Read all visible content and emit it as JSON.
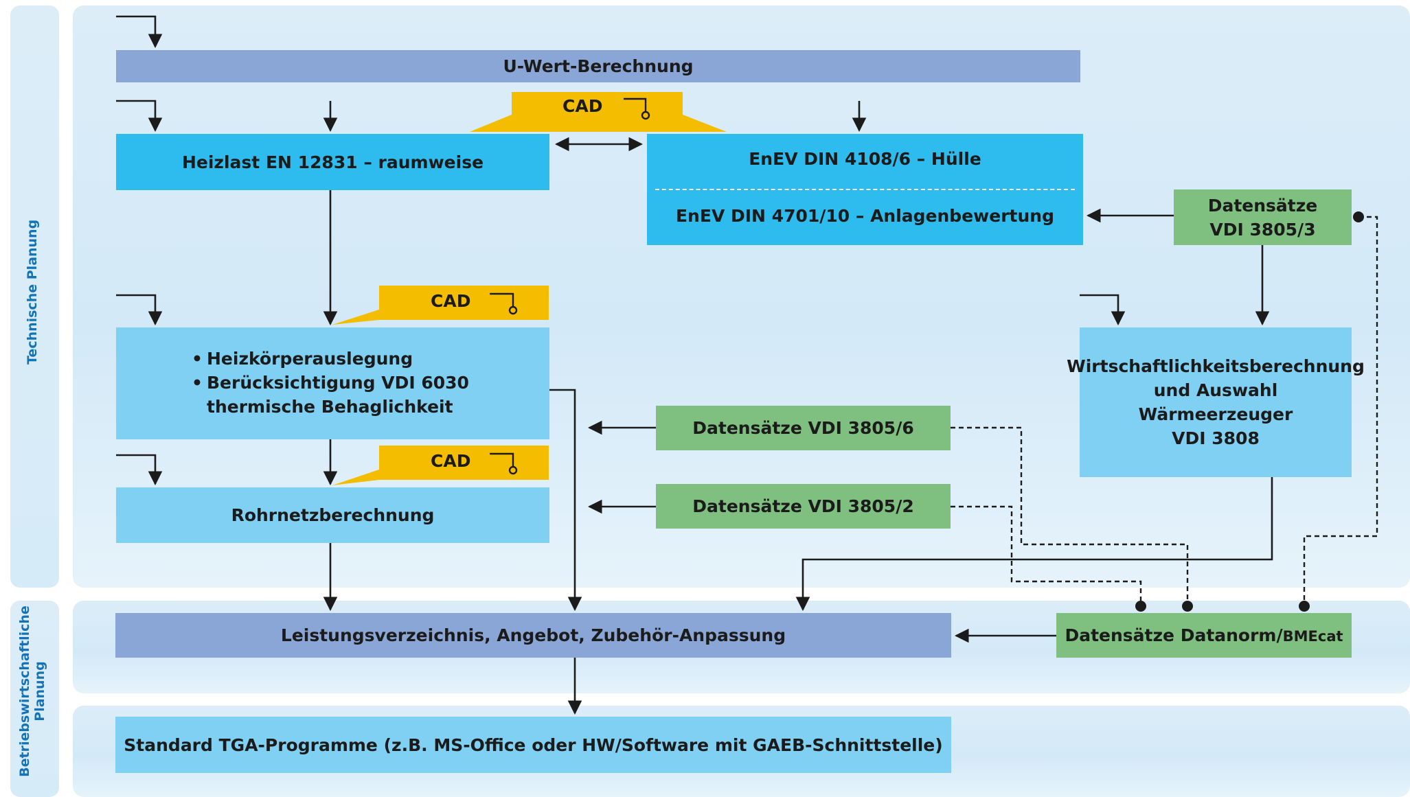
{
  "lanes": {
    "technical": "Technische Planung",
    "business_line1": "Betriebswirtschaftliche",
    "business_line2": "Planung"
  },
  "boxes": {
    "u_wert": "U-Wert-Berechnung",
    "heizlast": "Heizlast EN 12831 – raumweise",
    "enev_huelle": "EnEV DIN 4108/6 – Hülle",
    "enev_anlagen": "EnEV DIN 4701/10 – Anlagenbewertung",
    "datensaetze_3805_3_line1": "Datensätze",
    "datensaetze_3805_3_line2": "VDI 3805/3",
    "heizkoerper_bullet1": "Heizkörperauslegung",
    "heizkoerper_bullet2": "Berücksichtigung VDI 6030",
    "heizkoerper_bullet2_cont": "thermische Behaglichkeit",
    "wirtschaft_line1": "Wirtschaftlichkeitsberechnung",
    "wirtschaft_line2": "und Auswahl",
    "wirtschaft_line3": "Wärmeerzeuger",
    "wirtschaft_line4": "VDI 3808",
    "datensaetze_3805_6": "Datensätze VDI 3805/6",
    "datensaetze_3805_2": "Datensätze VDI 3805/2",
    "rohrnetz": "Rohrnetzberechnung",
    "leistungsverzeichnis": "Leistungsverzeichnis, Angebot, Zubehör-Anpassung",
    "datanorm_main": "Datensätze Datanorm/",
    "datanorm_small": "BMEcat",
    "standard_tga": "Standard TGA-Programme (z.B. MS-Office oder HW/Software mit GAEB-Schnittstelle)"
  },
  "cad_labels": [
    "CAD",
    "CAD",
    "CAD"
  ],
  "colors": {
    "panel": "#dcedf8",
    "lane_label": "#1473b6",
    "purple_box": "#8aa6d6",
    "blue_box": "#2ebcee",
    "light_blue_box": "#7fd0f3",
    "green_box": "#7fbf7f",
    "cad": "#f5bd00",
    "line": "#1b1b1b"
  }
}
